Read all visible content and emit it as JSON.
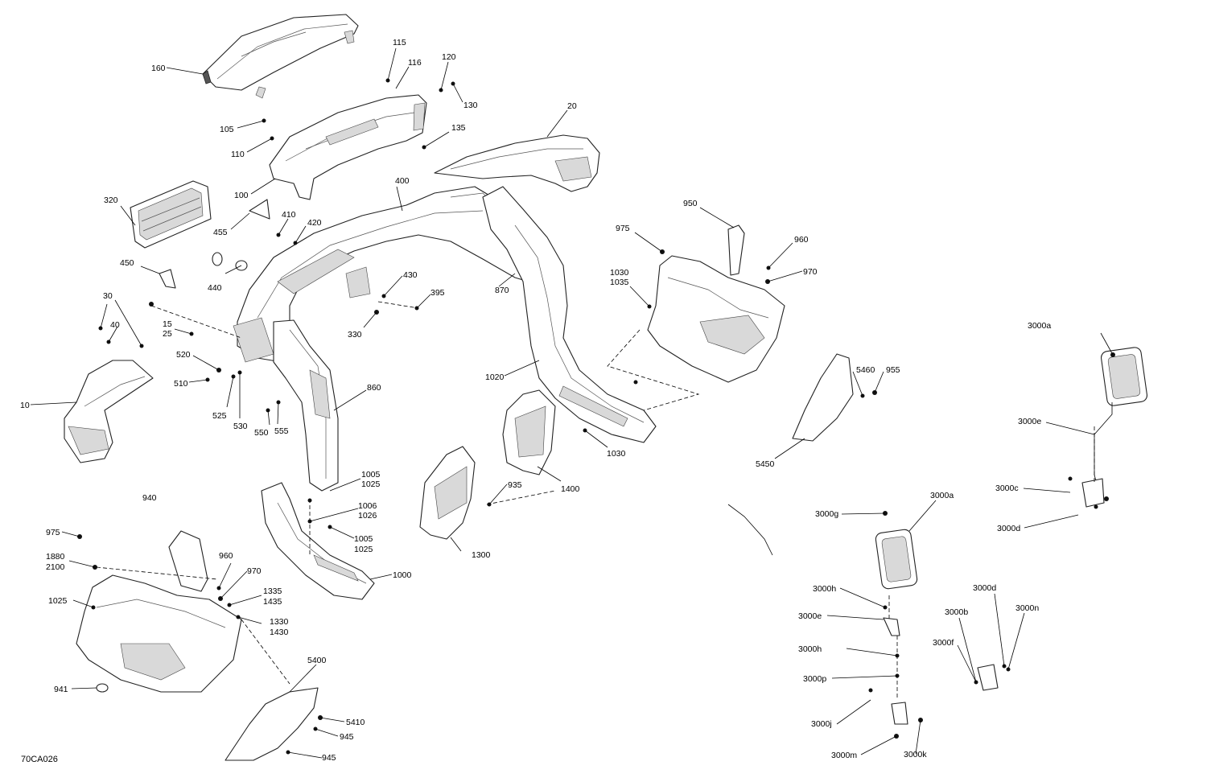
{
  "diagram": {
    "reference_code": "70CA026",
    "parts": [
      {
        "id": "p160",
        "label": "160"
      },
      {
        "id": "p115",
        "label": "115"
      },
      {
        "id": "p116",
        "label": "116"
      },
      {
        "id": "p120",
        "label": "120"
      },
      {
        "id": "p130",
        "label": "130"
      },
      {
        "id": "p20",
        "label": "20"
      },
      {
        "id": "p105",
        "label": "105"
      },
      {
        "id": "p135",
        "label": "135"
      },
      {
        "id": "p110",
        "label": "110"
      },
      {
        "id": "p100",
        "label": "100"
      },
      {
        "id": "p400",
        "label": "400"
      },
      {
        "id": "p320",
        "label": "320"
      },
      {
        "id": "p950",
        "label": "950"
      },
      {
        "id": "p410",
        "label": "410"
      },
      {
        "id": "p420",
        "label": "420"
      },
      {
        "id": "p455",
        "label": "455"
      },
      {
        "id": "p975a",
        "label": "975"
      },
      {
        "id": "p960a",
        "label": "960"
      },
      {
        "id": "p450",
        "label": "450"
      },
      {
        "id": "p970a",
        "label": "970"
      },
      {
        "id": "p1030a",
        "label": "1030"
      },
      {
        "id": "p1035",
        "label": "1035"
      },
      {
        "id": "p430",
        "label": "430"
      },
      {
        "id": "p440",
        "label": "440"
      },
      {
        "id": "p870",
        "label": "870"
      },
      {
        "id": "p395",
        "label": "395"
      },
      {
        "id": "p30",
        "label": "30"
      },
      {
        "id": "p40",
        "label": "40"
      },
      {
        "id": "p15",
        "label": "15"
      },
      {
        "id": "p25",
        "label": "25"
      },
      {
        "id": "p330",
        "label": "330"
      },
      {
        "id": "p3000a1",
        "label": "3000a"
      },
      {
        "id": "p520",
        "label": "520"
      },
      {
        "id": "p510",
        "label": "510"
      },
      {
        "id": "p1020",
        "label": "1020"
      },
      {
        "id": "p5460",
        "label": "5460"
      },
      {
        "id": "p955",
        "label": "955"
      },
      {
        "id": "p860",
        "label": "860"
      },
      {
        "id": "p10",
        "label": "10"
      },
      {
        "id": "p525",
        "label": "525"
      },
      {
        "id": "p530",
        "label": "530"
      },
      {
        "id": "p550",
        "label": "550"
      },
      {
        "id": "p555",
        "label": "555"
      },
      {
        "id": "p3000e1",
        "label": "3000e"
      },
      {
        "id": "p1030b",
        "label": "1030"
      },
      {
        "id": "p5450",
        "label": "5450"
      },
      {
        "id": "p1005a",
        "label": "1005"
      },
      {
        "id": "p1025a",
        "label": "1025"
      },
      {
        "id": "p935",
        "label": "935"
      },
      {
        "id": "p1400",
        "label": "1400"
      },
      {
        "id": "p3000c",
        "label": "3000c"
      },
      {
        "id": "p940",
        "label": "940"
      },
      {
        "id": "p3000a2",
        "label": "3000a"
      },
      {
        "id": "p1006",
        "label": "1006"
      },
      {
        "id": "p1026",
        "label": "1026"
      },
      {
        "id": "p3000g",
        "label": "3000g"
      },
      {
        "id": "p3000d1",
        "label": "3000d"
      },
      {
        "id": "p975b",
        "label": "975"
      },
      {
        "id": "p1005b",
        "label": "1005"
      },
      {
        "id": "p1025b",
        "label": "1025"
      },
      {
        "id": "p1300",
        "label": "1300"
      },
      {
        "id": "p1880",
        "label": "1880"
      },
      {
        "id": "p2100",
        "label": "2100"
      },
      {
        "id": "p960b",
        "label": "960"
      },
      {
        "id": "p970b",
        "label": "970"
      },
      {
        "id": "p1000",
        "label": "1000"
      },
      {
        "id": "p1335",
        "label": "1335"
      },
      {
        "id": "p1435",
        "label": "1435"
      },
      {
        "id": "p1025c",
        "label": "1025"
      },
      {
        "id": "p3000h1",
        "label": "3000h"
      },
      {
        "id": "p3000d2",
        "label": "3000d"
      },
      {
        "id": "p3000n",
        "label": "3000n"
      },
      {
        "id": "p1330",
        "label": "1330"
      },
      {
        "id": "p1430",
        "label": "1430"
      },
      {
        "id": "p3000e2",
        "label": "3000e"
      },
      {
        "id": "p3000b",
        "label": "3000b"
      },
      {
        "id": "p3000f",
        "label": "3000f"
      },
      {
        "id": "p3000h2",
        "label": "3000h"
      },
      {
        "id": "p5400",
        "label": "5400"
      },
      {
        "id": "p3000p",
        "label": "3000p"
      },
      {
        "id": "p941",
        "label": "941"
      },
      {
        "id": "p5410",
        "label": "5410"
      },
      {
        "id": "p3000j",
        "label": "3000j"
      },
      {
        "id": "p945a",
        "label": "945"
      },
      {
        "id": "p945b",
        "label": "945"
      },
      {
        "id": "p3000m",
        "label": "3000m"
      },
      {
        "id": "p3000k",
        "label": "3000k"
      }
    ]
  }
}
